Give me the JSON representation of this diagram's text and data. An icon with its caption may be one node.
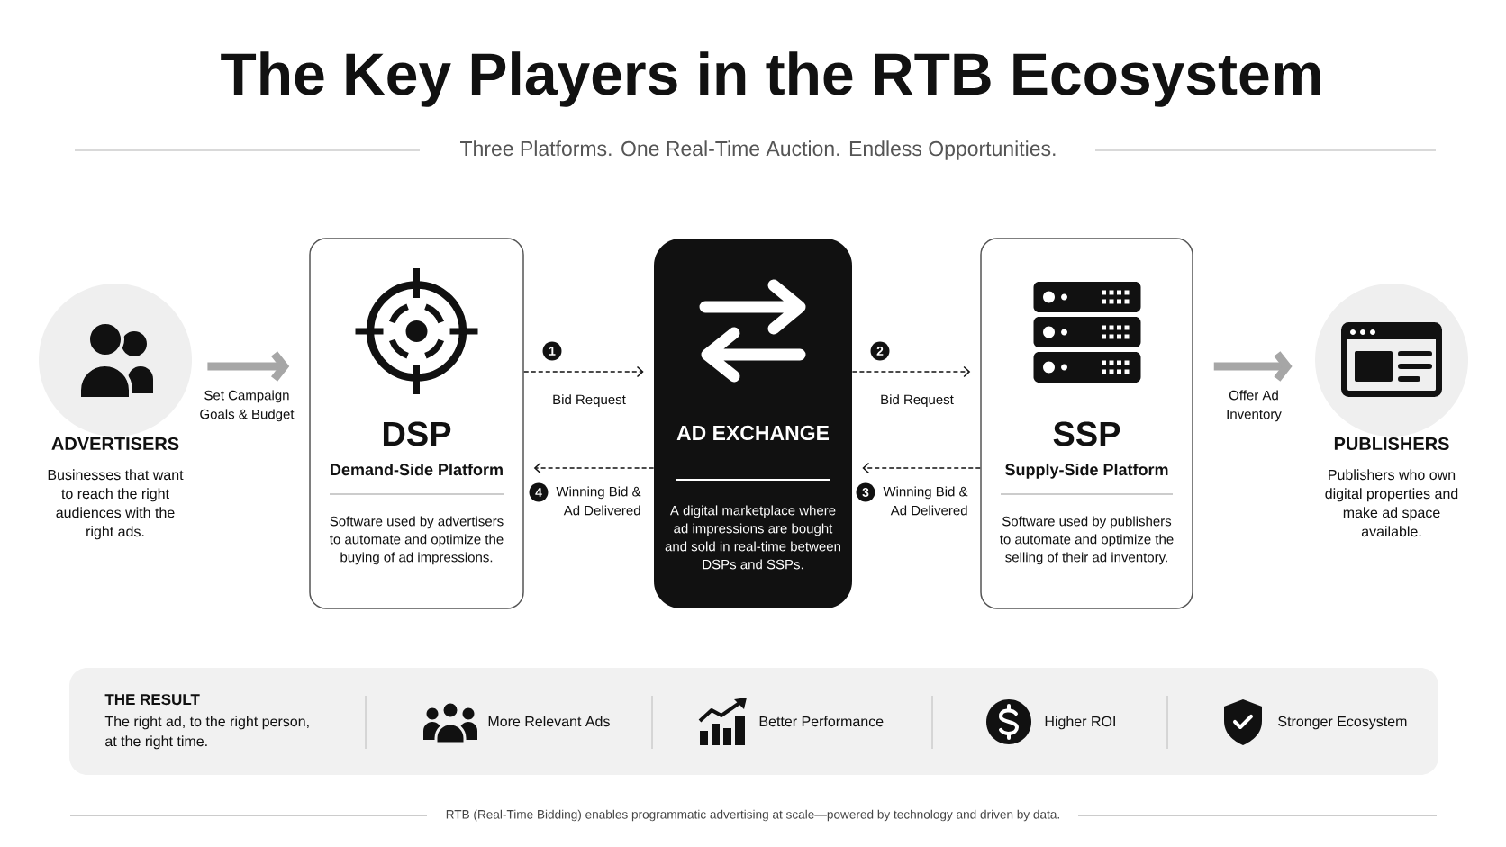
{
  "diagram": {
    "title": "The Key Players in the RTB Ecosystem",
    "caption": "RTB (Real-Time Bidding) enables programmatic advertising at scale—powered by technology and driven by data.",
    "nodes": [
      {
        "text": [
          "ADVERTISERS",
          "Businesses that want to reach the right audiences with the right ads."
        ]
      },
      {
        "text": [
          "DSP",
          "Demand-Side Platform",
          "Software used by advertisers to automate and optimize the buying of ad impressions."
        ]
      },
      {
        "text": [
          "AD EXCHANGE",
          "A digital marketplace where ad impressions are bought and sold in real-time between DSPs and SSPs."
        ]
      },
      {
        "text": [
          "SSP",
          "Supply-Side Platform",
          "Software used by publishers to automate and optimize the selling of their ad inventory."
        ]
      },
      {
        "text": [
          "PUBLISHERS",
          "Publishers who own digital properties and make ad space available."
        ]
      },
      {
        "text": [
          "THE RESULT",
          "The right ad, to the right person, at the right time.",
          "More Relevant Ads",
          "Better Performance",
          "Higher ROI",
          "Stronger Ecosystem"
        ]
      }
    ],
    "edges": [
      {
        "from": 0,
        "to": 1,
        "arrow": "to",
        "label": "Set Campaign Goals & Budget",
        "style": "thick",
        "color": "#a6a6a6"
      },
      {
        "from": 1,
        "to": 2,
        "arrow": "to",
        "label": "Bid Request",
        "style": "dashed"
      },
      {
        "from": 2,
        "to": 1,
        "arrow": "to",
        "label": "Winning Bid & Ad Delivered",
        "style": "dashed"
      },
      {
        "from": 2,
        "to": 3,
        "arrow": "to",
        "label": "Bid Request",
        "style": "dashed"
      },
      {
        "from": 3,
        "to": 2,
        "arrow": "to",
        "label": "Winning Bid & Ad Delivered",
        "style": "dashed"
      },
      {
        "from": 3,
        "to": 4,
        "arrow": "to",
        "label": "Offer Ad Inventory",
        "style": "thick",
        "color": "#a6a6a6"
      }
    ],
    "labels": [
      "Three Platforms. One Real-Time Auction. Endless Opportunities.",
      "1",
      "2",
      "4",
      "3"
    ]
  }
}
